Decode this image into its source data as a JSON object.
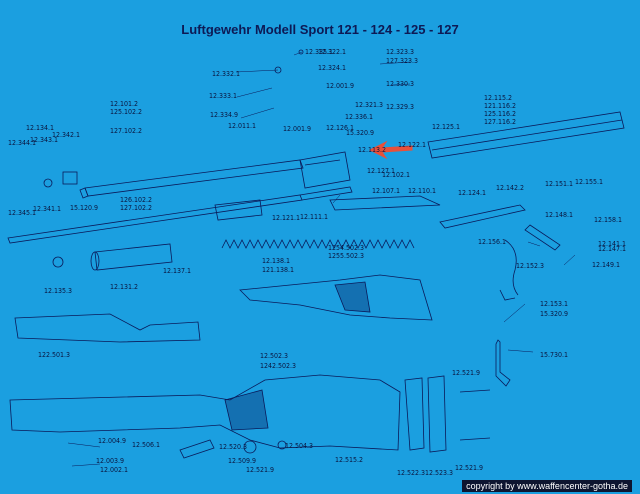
{
  "title": "Luftgewehr Modell Sport 121 - 124 - 125 - 127",
  "copyright": "copyright by www.waffencenter-gotha.de",
  "colors": {
    "background": "#1b9fe0",
    "line": "#0a1a5a",
    "arrow": "#e8503a"
  },
  "labels": [
    "12.335.1",
    "12.322.1",
    "12.323.3",
    "127.323.3",
    "12.332.1",
    "12.324.1",
    "12.001.9",
    "12.330.3",
    "12.333.1",
    "12.321.3",
    "12.329.3",
    "12.334.9",
    "12.336.1",
    "12.125.1",
    "12.011.1",
    "12.001.9",
    "12.126.1",
    "15.320.9",
    "12.115.2",
    "121.116.2",
    "125.116.2",
    "127.116.2",
    "12.101.2",
    "125.102.2",
    "127.102.2",
    "12.344.1",
    "12.343.1",
    "12.342.1",
    "12.134.1",
    "12.113.2",
    "12.127.1",
    "12.122.1",
    "12.102.1",
    "12.107.1",
    "12.110.1",
    "12.155.1",
    "12.151.1",
    "12.124.1",
    "12.142.2",
    "126.102.2",
    "127.102.2",
    "12.345.1",
    "12.341.1",
    "15.120.9",
    "12.121.1",
    "12.111.1",
    "12.148.1",
    "12.158.1",
    "12.156.1",
    "12.147.1",
    "12.135.3",
    "12.131.2",
    "12.137.1",
    "12.138.1",
    "121.138.1",
    "1254.502.3",
    "1255.502.3",
    "12.141.1",
    "12.152.3",
    "12.149.1",
    "12.153.1",
    "15.320.9",
    "122.501.3",
    "15.730.1",
    "12.502.3",
    "1242.502.3",
    "12.521.9",
    "12.004.9",
    "12.506.1",
    "12.520.3",
    "12.504.3",
    "12.003.9",
    "12.509.9",
    "12.515.2",
    "12.002.1",
    "12.521.9",
    "12.522.3",
    "12.523.3",
    "12.521.9"
  ]
}
